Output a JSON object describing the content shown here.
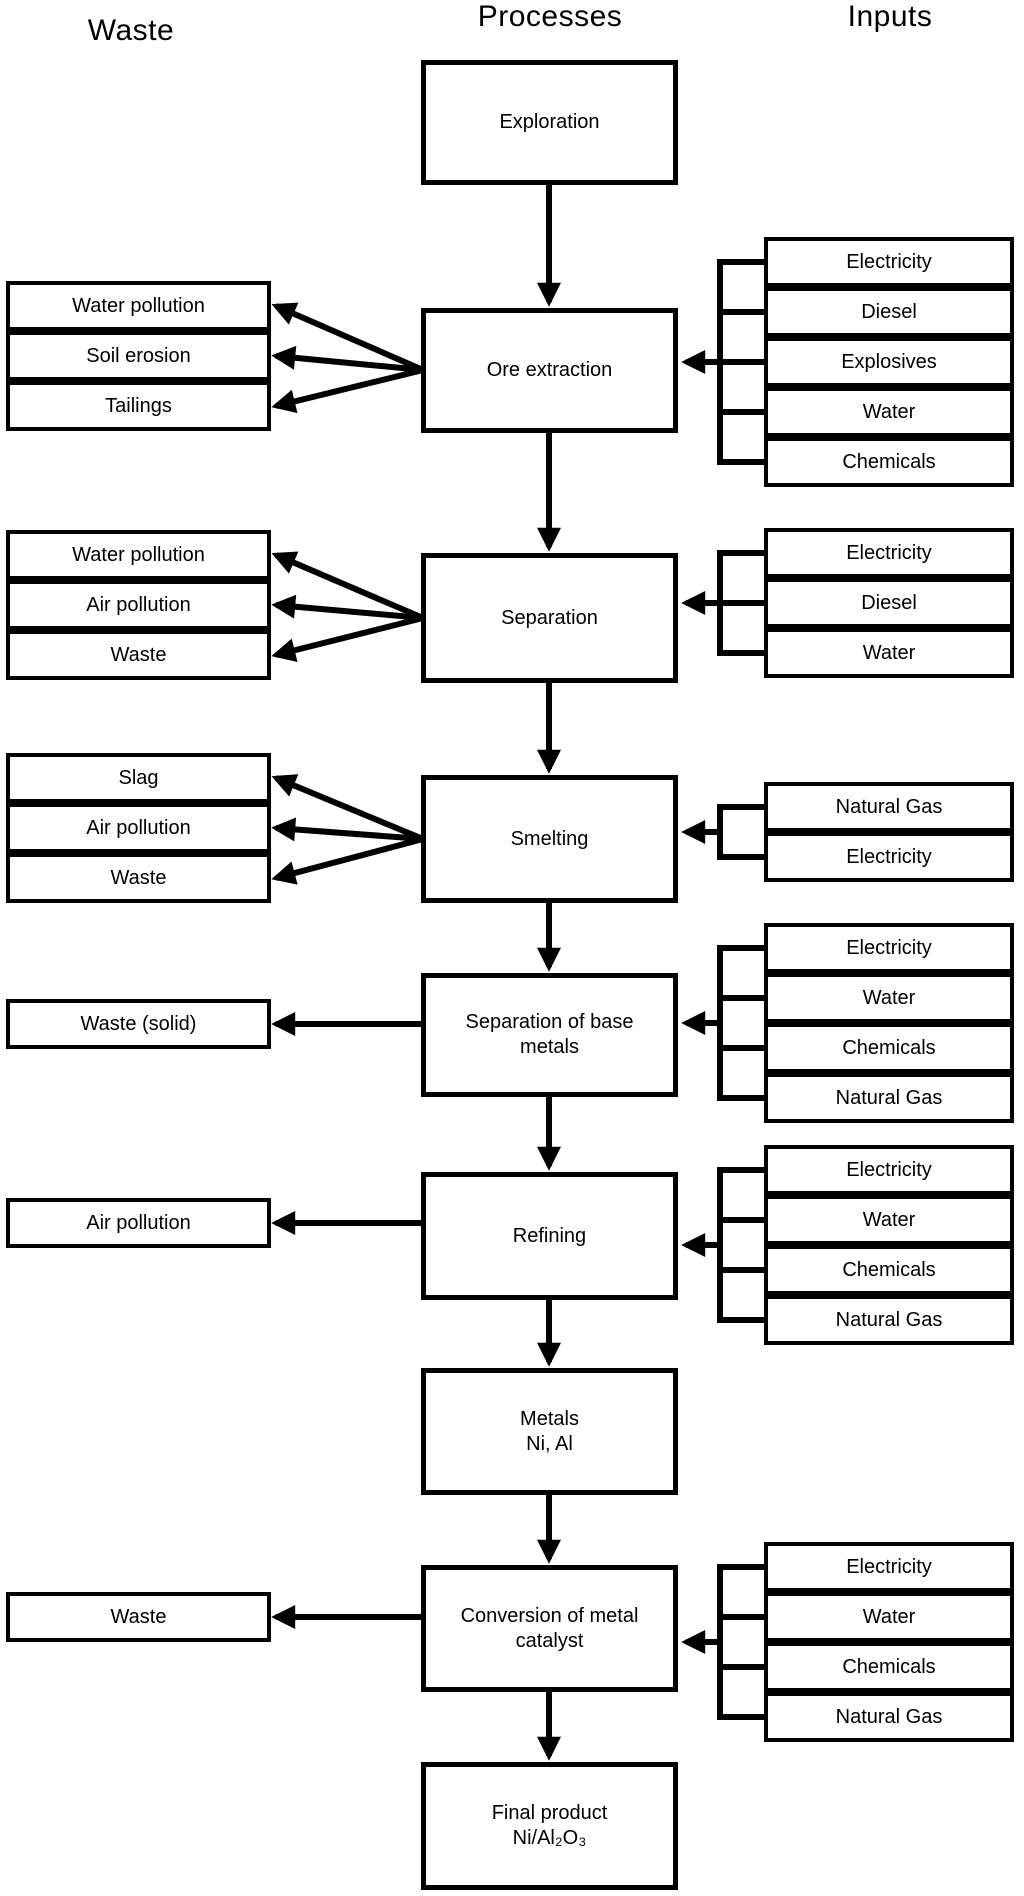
{
  "headers": {
    "waste": "Waste",
    "processes": "Processes",
    "inputs": "Inputs"
  },
  "colors": {
    "line": "#000000",
    "background": "#ffffff"
  },
  "diagram": {
    "processes": [
      {
        "label": "Exploration"
      },
      {
        "label": "Ore extraction"
      },
      {
        "label": "Separation"
      },
      {
        "label": "Smelting"
      },
      {
        "label": "Separation of base metals"
      },
      {
        "label": "Refining"
      },
      {
        "label": "Metals",
        "label2": "Ni, Al"
      },
      {
        "label": "Conversion of metal catalyst"
      },
      {
        "label": "Final product",
        "label2": "Ni/Al₂O₃"
      }
    ],
    "waste_groups": [
      {
        "process": "Ore extraction",
        "items": [
          "Water pollution",
          "Soil erosion",
          "Tailings"
        ]
      },
      {
        "process": "Separation",
        "items": [
          "Water pollution",
          "Air pollution",
          "Waste"
        ]
      },
      {
        "process": "Smelting",
        "items": [
          "Slag",
          "Air pollution",
          "Waste"
        ]
      },
      {
        "process": "Separation of base metals",
        "items": [
          "Waste (solid)"
        ]
      },
      {
        "process": "Refining",
        "items": [
          "Air pollution"
        ]
      },
      {
        "process": "Conversion of metal catalyst",
        "items": [
          "Waste"
        ]
      }
    ],
    "input_groups": [
      {
        "process": "Ore extraction",
        "items": [
          "Electricity",
          "Diesel",
          "Explosives",
          "Water",
          "Chemicals"
        ]
      },
      {
        "process": "Separation",
        "items": [
          "Electricity",
          "Diesel",
          "Water"
        ]
      },
      {
        "process": "Smelting",
        "items": [
          "Natural Gas",
          "Electricity"
        ]
      },
      {
        "process": "Separation of base metals",
        "items": [
          "Electricity",
          "Water",
          "Chemicals",
          "Natural Gas"
        ]
      },
      {
        "process": "Refining",
        "items": [
          "Electricity",
          "Water",
          "Chemicals",
          "Natural Gas"
        ]
      },
      {
        "process": "Conversion of metal catalyst",
        "items": [
          "Electricity",
          "Water",
          "Chemicals",
          "Natural Gas"
        ]
      }
    ]
  }
}
